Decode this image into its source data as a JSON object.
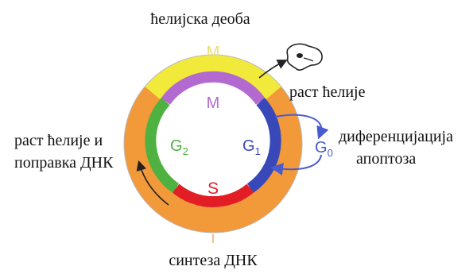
{
  "labels": {
    "cell_division": "ћелијска деоба",
    "cell_growth": "раст ћелије",
    "growth_and_repair": [
      "раст ћелије и",
      "поправка ДНК"
    ],
    "differentiation": [
      "диференцијација",
      "апоптоза"
    ],
    "dna_synthesis": "синтеза ДНК"
  },
  "outer_ring": {
    "mitosis_letter": "M",
    "interphase_letter": "I"
  },
  "inner_phases": {
    "m": "M",
    "g1": "G",
    "g1_sub": "1",
    "s": "S",
    "g2": "G",
    "g2_sub": "2",
    "g0": "G",
    "g0_sub": "0"
  },
  "colors": {
    "mitosis": "#f2ea3a",
    "interphase": "#f2993a",
    "m_phase": "#b36ad0",
    "g1_phase": "#3848b8",
    "s_phase": "#e21d24",
    "g2_phase": "#4fb240",
    "g0_arrow": "#4a5ad0"
  },
  "icons": [
    "differentiated-cell-icon",
    "cycle-direction-arrow-icon"
  ]
}
